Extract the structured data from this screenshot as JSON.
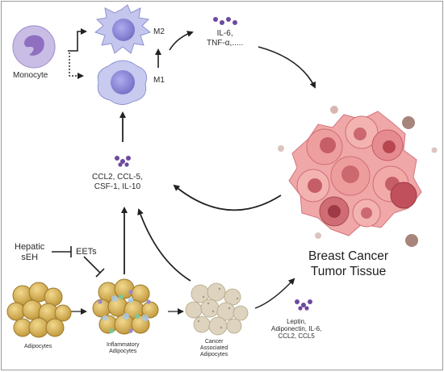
{
  "monocyte": {
    "label": "Monocyte"
  },
  "macrophages": {
    "m2": "M2",
    "m1": "M1"
  },
  "cytokines_m1": {
    "line1": "IL-6,",
    "line2": "TNF-α,....."
  },
  "chemokines": {
    "line1": "CCL2,   CCL-5,",
    "line2": "CSF-1, IL-10"
  },
  "liver": {
    "line1": "Hepatic",
    "line2": "sEH",
    "eets": "EETs"
  },
  "tumor": {
    "line1": "Breast Cancer",
    "line2": "Tumor Tissue"
  },
  "cells": {
    "adipocytes": "Adipocytes",
    "inflammatory": {
      "line1": "Inflammatory",
      "line2": "Adipocytes"
    },
    "cancer_associated": {
      "line1": "Cancer",
      "line2": "Associated",
      "line3": "Adipocytes"
    }
  },
  "adipokines": {
    "line1": "Leptin,",
    "line2": "Adiponectin, IL-6,",
    "line3": "CCL2, CCL5"
  },
  "colors": {
    "monocyte": "#b7a8da",
    "macrophage": "#c4c6ee",
    "nucleus": "#8f8ad6",
    "cytokine_dot": "#6c4a9e",
    "adipocyte": "#d8b55c",
    "tumor": "#e98e8e",
    "tumor_dark": "#b8474f",
    "cancer_adipocyte": "#d9d0bd"
  }
}
